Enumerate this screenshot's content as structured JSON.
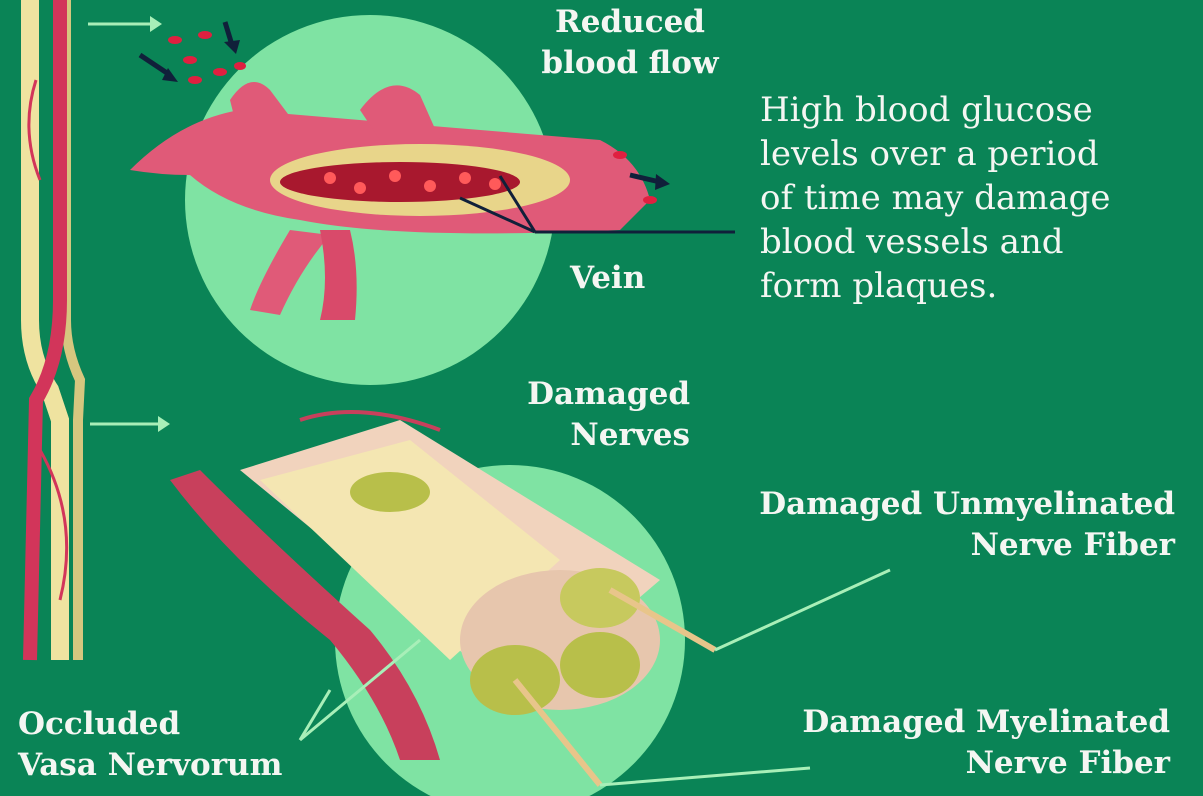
{
  "labels": {
    "reduced_blood_flow": [
      "Reduced",
      "blood flow"
    ],
    "vein": "Vein",
    "damaged_nerves": [
      "Damaged",
      "Nerves"
    ],
    "unmyelinated": [
      "Damaged Unmyelinated",
      "Nerve Fiber"
    ],
    "myelinated": [
      "Damaged Myelinated",
      "Nerve Fiber"
    ],
    "occluded": [
      "Occluded",
      "Vasa Nervorum"
    ]
  },
  "description": [
    "High blood glucose",
    "levels over a period",
    "of time may damage",
    "blood vessels and",
    "form plaques."
  ],
  "colors": {
    "background": "#0a8456",
    "highlight_circle": "#7fe3a3",
    "vessel": "#e05a78",
    "plaque": "#e8d58a",
    "nerve_fiber": "#c9c76a",
    "text": "#f4f6f2"
  }
}
